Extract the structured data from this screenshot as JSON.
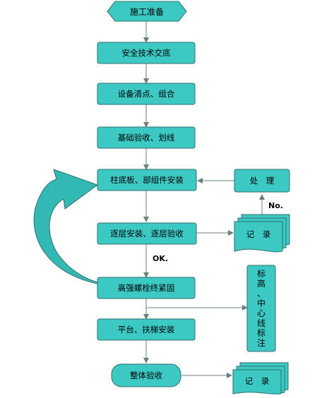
{
  "nodes": {
    "start": "施工准备",
    "safety_briefing": "安全技术交底",
    "equipment_check": "设备清点、组合",
    "foundation_check": "基础验收、划线",
    "column_install": "柱底板、部组件安装",
    "handle": "处　理",
    "layer_install": "逐层安装、逐层验收",
    "record_1": "记　录",
    "bolt_fasten": "高强螺栓终紧固",
    "marking": "标高、中心线标注",
    "platform_install": "平台、扶梯安装",
    "overall_acceptance": "整体验收",
    "record_2": "记　录"
  },
  "labels": {
    "no": "No.",
    "ok": "OK."
  },
  "colors": {
    "fill": "#3cc9c4",
    "stroke": "#2f6e6c",
    "line": "#6a7f7f",
    "big_arrow": "#33b9b4"
  }
}
